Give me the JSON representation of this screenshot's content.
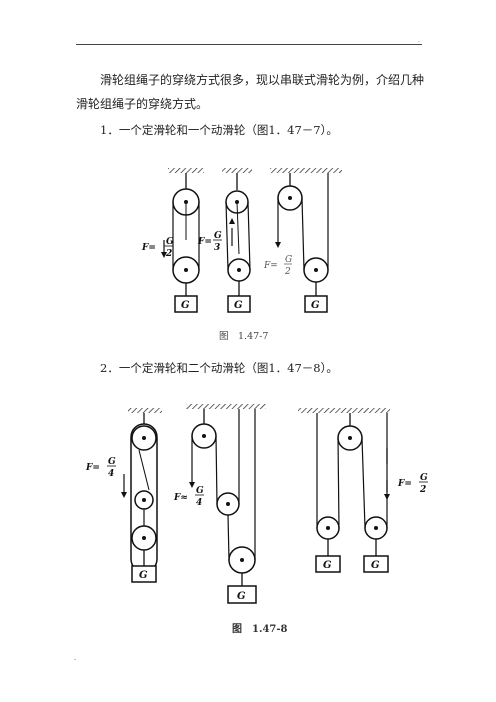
{
  "page": {
    "intro": "滑轮组绳子的穿绕方式很多，现以串联式滑轮为例，介绍几种滑轮组绳子的穿绕方式。",
    "section1": "1．一个定滑轮和一个动滑轮（图1．47－7）。",
    "section2": "2．一个定滑轮和二个动滑轮（图1．47－8）。",
    "caption1": "图　1.47-7",
    "caption2": "图　1.47-8"
  },
  "figure1": {
    "load": "G",
    "forces": [
      "F=",
      "G",
      "2",
      "F=",
      "G",
      "3",
      "F=",
      "G",
      "2"
    ]
  },
  "figure2": {
    "load": "G",
    "forces": [
      "F=",
      "G",
      "4",
      "F≈",
      "G",
      "4",
      "F=",
      "G",
      "2"
    ]
  }
}
